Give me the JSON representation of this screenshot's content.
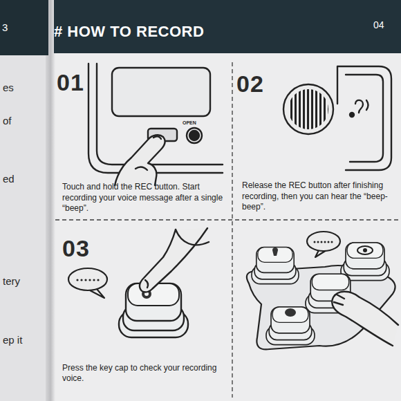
{
  "diagram": {
    "title": "# HOW TO RECORD",
    "nodes": [
      {
        "text": [
          "01",
          "Touch and hold the REC button. Start recording your voice message after a single “beep”."
        ]
      },
      {
        "text": [
          "02",
          "Release the REC button after finishing recording, then you can hear the “beep-beep”."
        ]
      },
      {
        "text": [
          "03",
          "Press the key cap to check your recording voice."
        ]
      }
    ],
    "edges": [],
    "labels": [
      "3",
      "04",
      "es",
      "of",
      "ed",
      "tery",
      "ep it",
      "OPEN"
    ]
  }
}
